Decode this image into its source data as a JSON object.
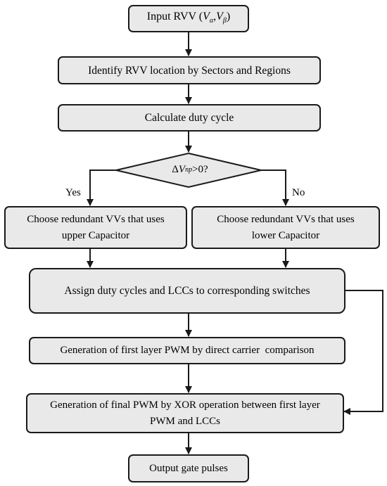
{
  "nodes": {
    "input": {
      "prefix": "Input RVV (",
      "v1": "V",
      "s1": "α",
      "sep": ",",
      "v2": "V",
      "s2": "β",
      "suffix": ")"
    },
    "identify": "Identify RVV location by Sectors and Regions",
    "calculate": "Calculate duty cycle",
    "decision": {
      "delta": "Δ",
      "v": "V",
      "sub": "np",
      "cond": ">0?"
    },
    "left_choice": "Choose redundant VVs that uses upper Capacitor",
    "right_choice": "Choose redundant VVs that uses lower Capacitor",
    "assign": "Assign duty cycles and LCCs to corresponding switches",
    "first_layer": "Generation of first layer PWM by direct carrier  comparison",
    "final_pwm": "Generation of final PWM by XOR operation between first layer PWM and LCCs",
    "output": "Output gate pulses"
  },
  "branch_labels": {
    "yes": "Yes",
    "no": "No"
  },
  "colors": {
    "box_fill": "#e9e9e9",
    "stroke": "#1a1a1a"
  }
}
